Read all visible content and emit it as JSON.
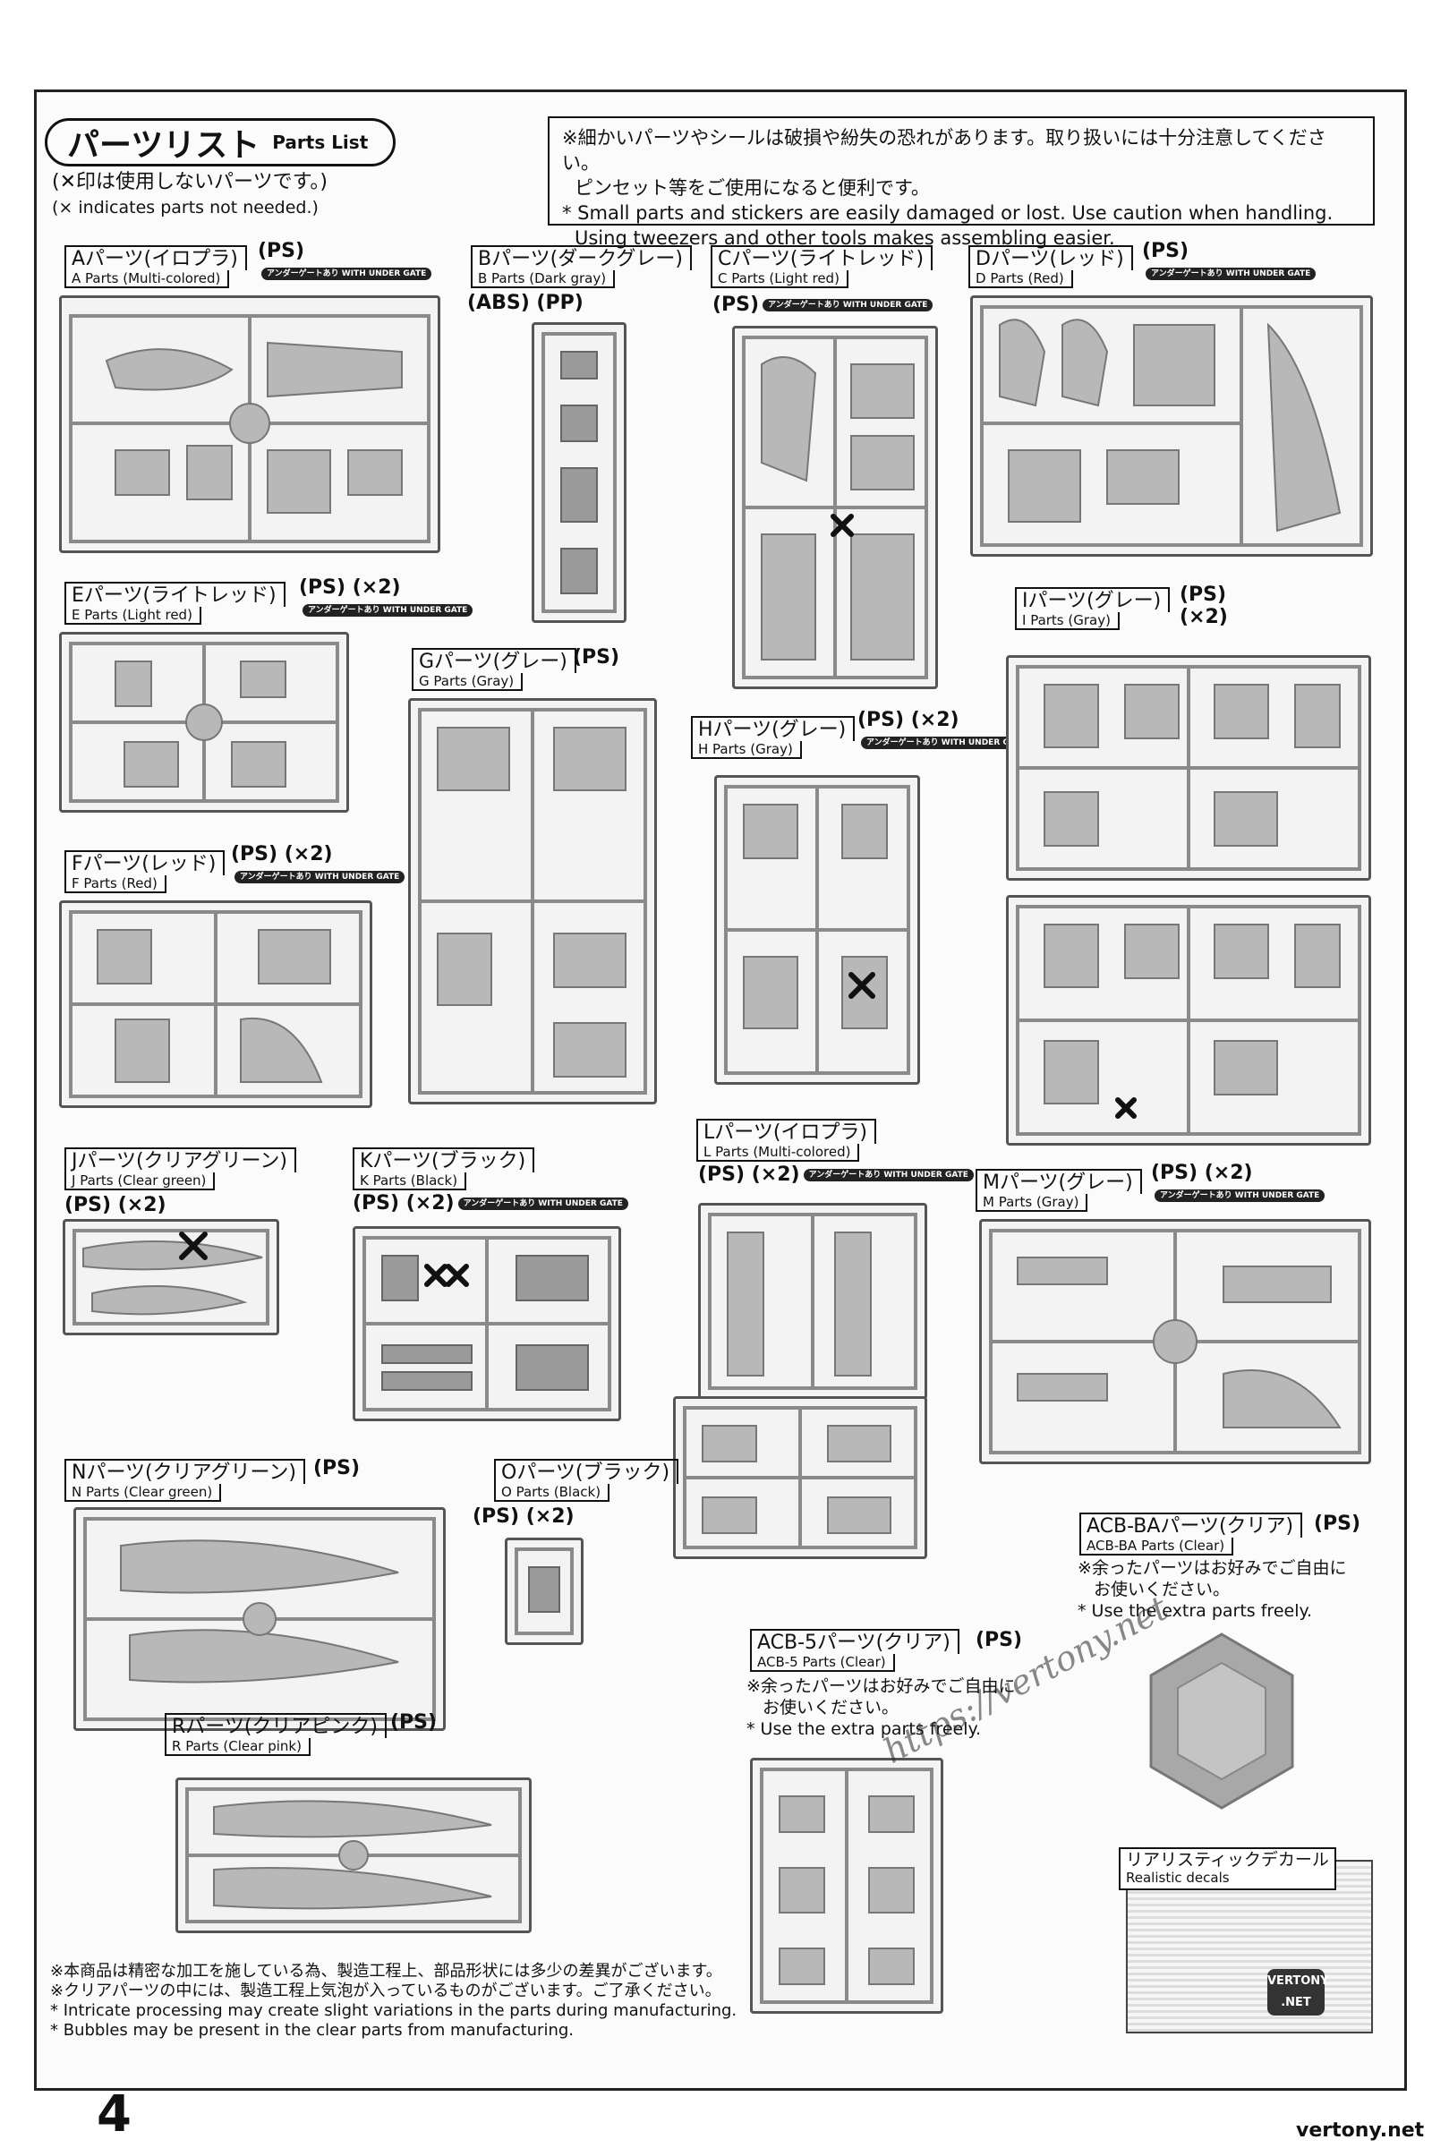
{
  "header": {
    "title_jp": "パーツリスト",
    "title_en": "Parts List",
    "x_note_jp": "(✕印は使用しないパーツです。)",
    "x_note_en": "(× indicates parts not needed.)",
    "notice_jp_1": "※細かいパーツやシールは破損や紛失の恐れがあります。取り扱いには十分注意してください。",
    "notice_jp_2": "ピンセット等をご使用になると便利です。",
    "notice_en_1": "* Small parts and stickers are easily damaged or lost. Use caution when handling.",
    "notice_en_2": "Using tweezers and other tools makes assembling easier."
  },
  "gate_badge": "アンダーゲートあり WITH UNDER GATE",
  "sheets": {
    "A": {
      "jp": "Aパーツ(イロプラ)",
      "en": "A Parts (Multi-colored)",
      "mat": "(PS)"
    },
    "B": {
      "jp": "Bパーツ(ダークグレー)",
      "en": "B Parts (Dark gray)",
      "mat": "(ABS) (PP)"
    },
    "C": {
      "jp": "Cパーツ(ライトレッド)",
      "en": "C Parts (Light red)",
      "mat": "(PS)"
    },
    "D": {
      "jp": "Dパーツ(レッド)",
      "en": "D Parts (Red)",
      "mat": "(PS)"
    },
    "E": {
      "jp": "Eパーツ(ライトレッド)",
      "en": "E Parts (Light red)",
      "mat": "(PS) (×2)"
    },
    "F": {
      "jp": "Fパーツ(レッド)",
      "en": "F Parts (Red)",
      "mat": "(PS) (×2)"
    },
    "G": {
      "jp": "Gパーツ(グレー)",
      "en": "G Parts (Gray)",
      "mat": "(PS)"
    },
    "H": {
      "jp": "Hパーツ(グレー)",
      "en": "H Parts (Gray)",
      "mat": "(PS) (×2)"
    },
    "I": {
      "jp": "Iパーツ(グレー)",
      "en": "I Parts (Gray)",
      "mat": "(PS) (×2)"
    },
    "J": {
      "jp": "Jパーツ(クリアグリーン)",
      "en": "J Parts (Clear green)",
      "mat": "(PS) (×2)"
    },
    "K": {
      "jp": "Kパーツ(ブラック)",
      "en": "K Parts (Black)",
      "mat": "(PS) (×2)"
    },
    "L": {
      "jp": "Lパーツ(イロプラ)",
      "en": "L Parts (Multi-colored)",
      "mat": "(PS) (×2)"
    },
    "M": {
      "jp": "Mパーツ(グレー)",
      "en": "M Parts (Gray)",
      "mat": "(PS) (×2)"
    },
    "N": {
      "jp": "Nパーツ(クリアグリーン)",
      "en": "N Parts (Clear green)",
      "mat": "(PS)"
    },
    "O": {
      "jp": "Oパーツ(ブラック)",
      "en": "O Parts (Black)",
      "mat": "(PS) (×2)"
    },
    "R": {
      "jp": "Rパーツ(クリアピンク)",
      "en": "R Parts (Clear pink)",
      "mat": "(PS)"
    },
    "ACB5": {
      "jp": "ACB-5パーツ(クリア)",
      "en": "ACB-5 Parts (Clear)",
      "mat": "(PS)"
    },
    "ACBBA": {
      "jp": "ACB-BAパーツ(クリア)",
      "en": "ACB-BA Parts (Clear)",
      "mat": "(PS)"
    }
  },
  "extra_note": {
    "jp_1": "※余ったパーツはお好みでご自由に",
    "jp_2": "お使いください。",
    "en": "* Use the extra parts freely."
  },
  "decal": {
    "jp": "リアリスティックデカール",
    "en": "Realistic decals"
  },
  "footnotes": {
    "jp_1": "※本商品は精密な加工を施している為、製造工程上、部品形状には多少の差異がございます。",
    "jp_2": "※クリアパーツの中には、製造工程上気泡が入っているものがございます。ご了承ください。",
    "en_1": "* Intricate processing may create slight variations in the parts during manufacturing.",
    "en_2": "* Bubbles may be present in the clear parts from manufacturing."
  },
  "page_number": "4",
  "watermark": "https://vertony.net",
  "badge": "VERTONY .NET",
  "footer_url": "vertony.net",
  "colors": {
    "frame": "#222222",
    "runner": "#8a8a8a",
    "part": "#b8b8b8"
  }
}
